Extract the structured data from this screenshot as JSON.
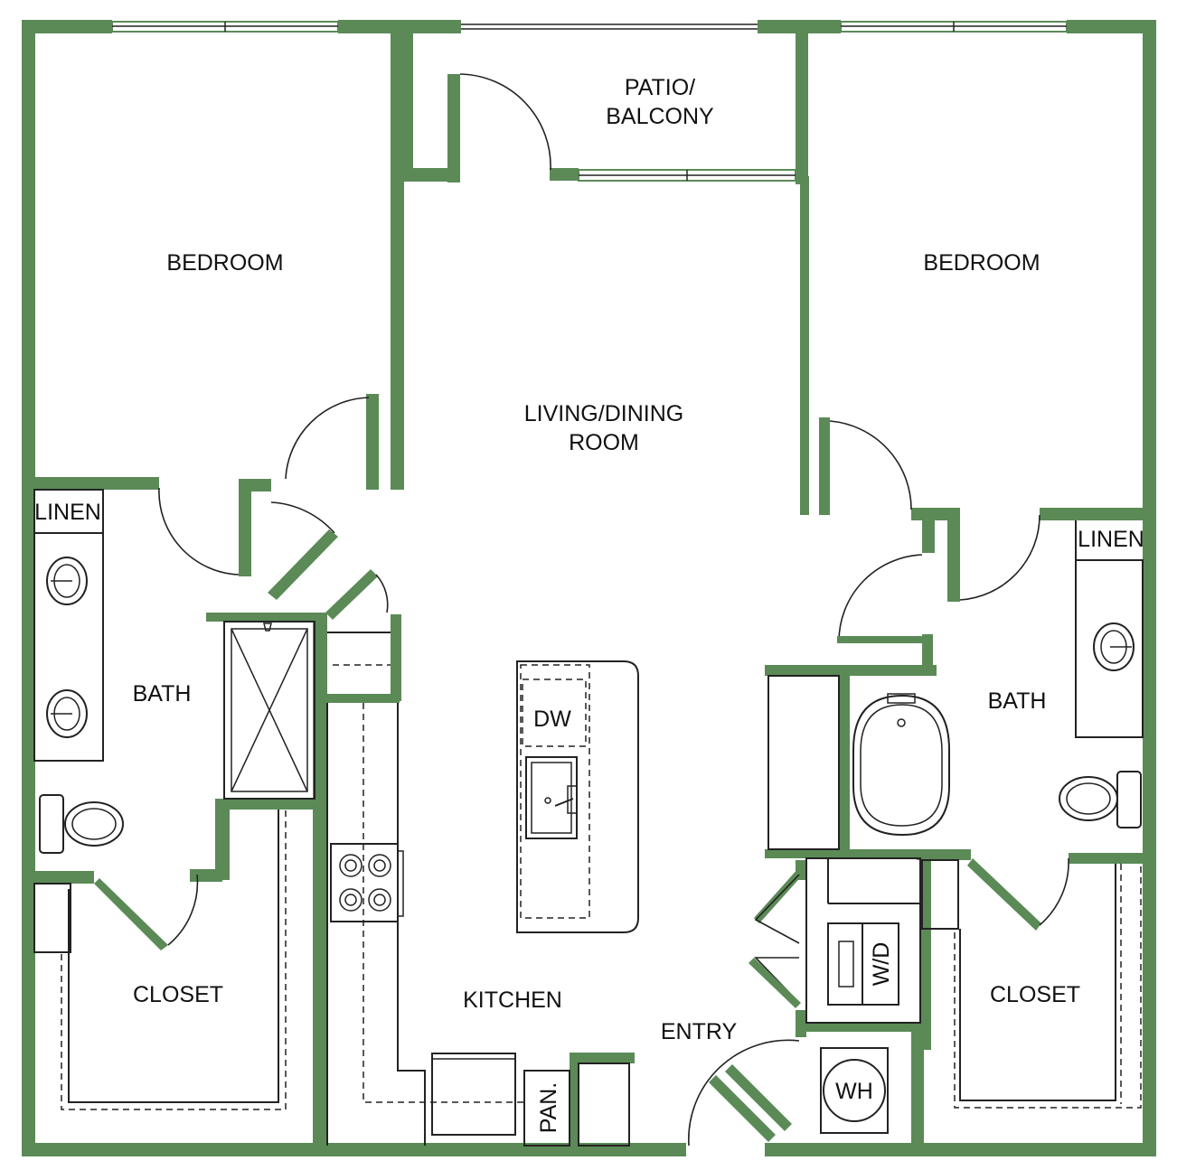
{
  "rooms": {
    "bedroom_left": "BEDROOM",
    "bedroom_right": "BEDROOM",
    "patio_line1": "PATIO/",
    "patio_line2": "BALCONY",
    "living_line1": "LIVING/DINING",
    "living_line2": "ROOM",
    "linen_left": "LINEN",
    "linen_right": "LINEN",
    "bath_left": "BATH",
    "bath_right": "BATH",
    "closet_left": "CLOSET",
    "closet_right": "CLOSET",
    "kitchen": "KITCHEN",
    "entry": "ENTRY"
  },
  "fixtures": {
    "dishwasher": "DW",
    "washer_dryer": "W/D",
    "water_heater": "WH",
    "pantry": "PAN."
  },
  "colors": {
    "wall": "#5b8a57",
    "line": "#222222",
    "background": "#ffffff"
  }
}
